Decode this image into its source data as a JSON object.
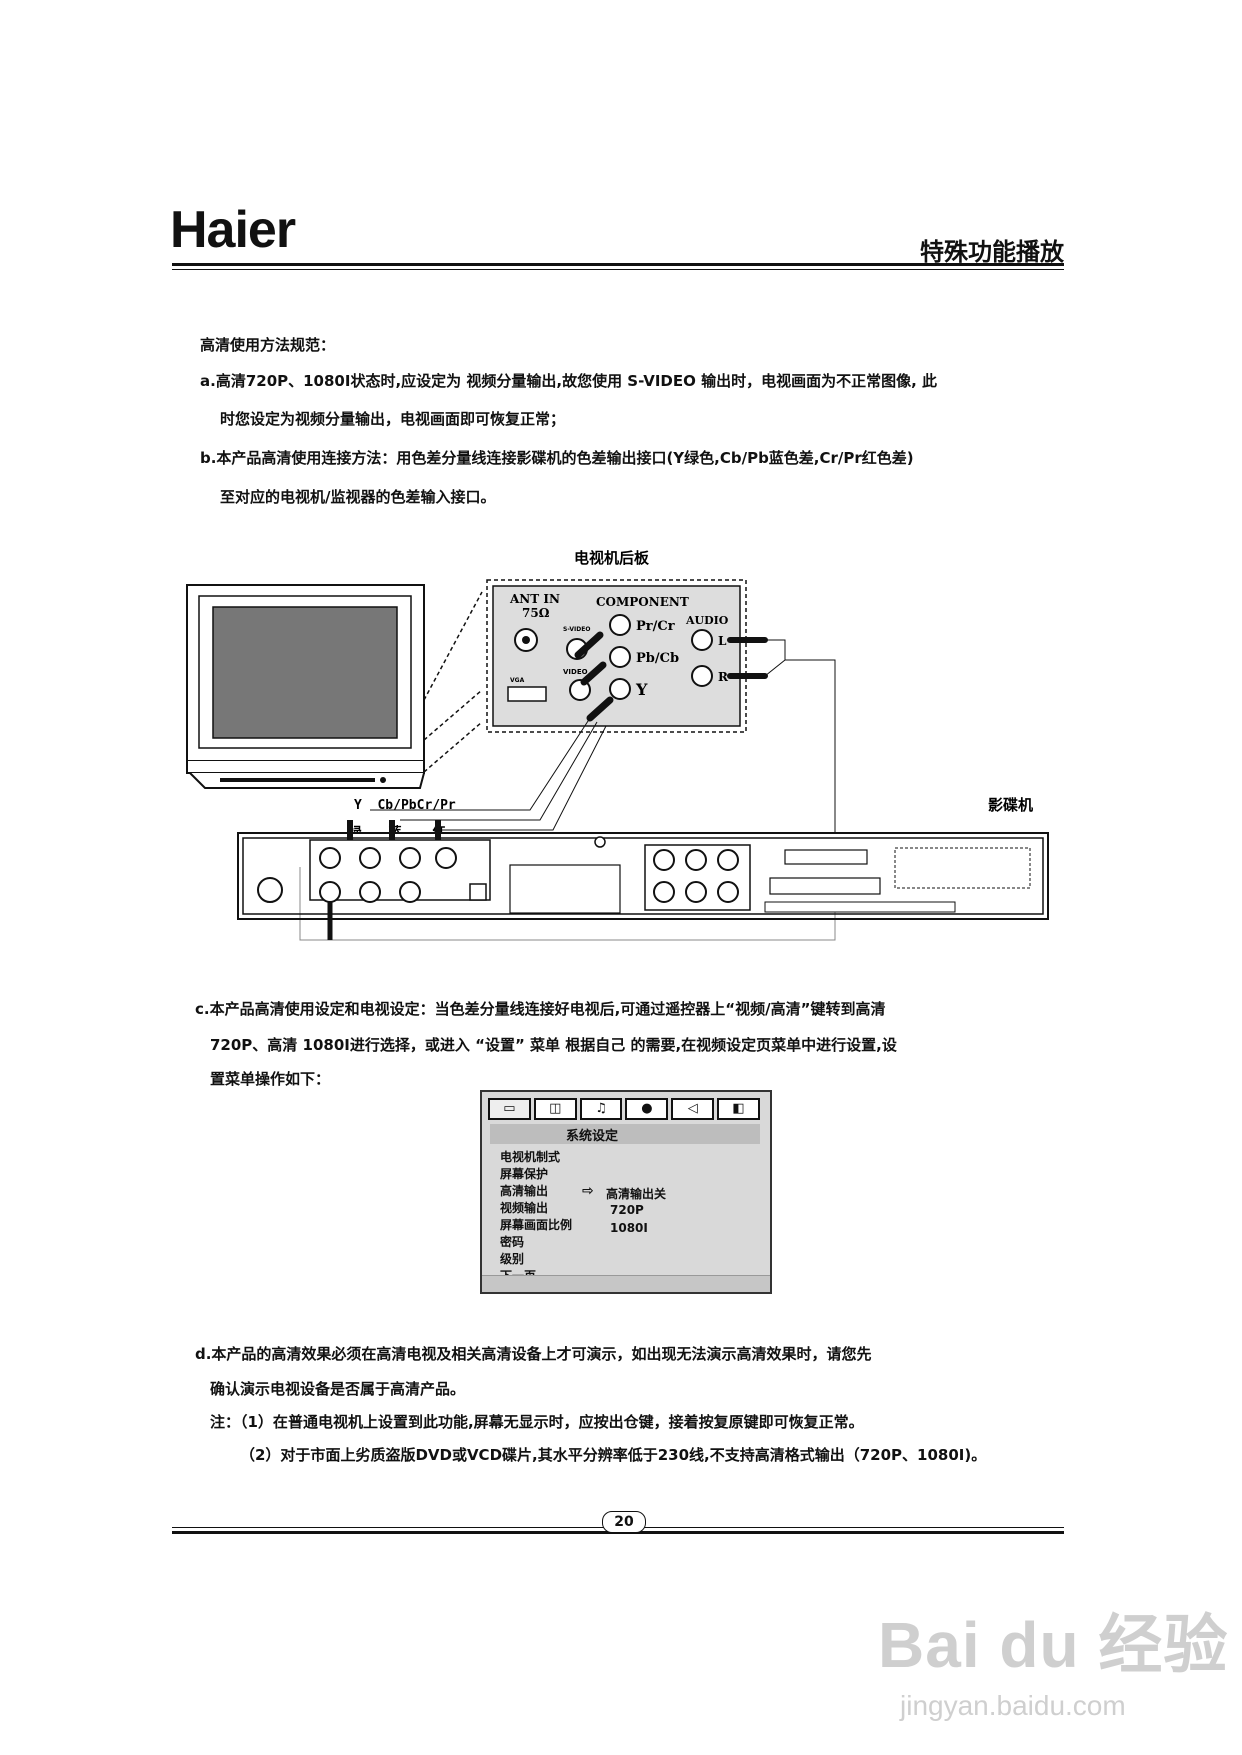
{
  "header": {
    "logo": "Haier",
    "section_title": "特殊功能播放"
  },
  "body": {
    "heading": "高清使用方法规范：",
    "para_a_1": "a.高清720P、1080I状态时,应设定为 视频分量输出,故您使用 S-VIDEO 输出时，电视画面为不正常图像, 此",
    "para_a_2": "时您设定为视频分量输出，电视画面即可恢复正常；",
    "para_b_1": "b.本产品高清使用连接方法：用色差分量线连接影碟机的色差输出接口(Y绿色,Cb/Pb蓝色差,Cr/Pr红色差)",
    "para_b_2": "至对应的电视机/监视器的色差输入接口。",
    "para_c_1": "c.本产品高清使用设定和电视设定：当色差分量线连接好电视后,可通过遥控器上“视频/高清”键转到高清",
    "para_c_2": "720P、高清 1080I进行选择，或进入 “设置” 菜单 根据自己 的需要,在视频设定页菜单中进行设置,设",
    "para_c_3": "置菜单操作如下：",
    "para_d_1": "d.本产品的高清效果必须在高清电视及相关高清设备上才可演示，如出现无法演示高清效果时，请您先",
    "para_d_2": "确认演示电视设备是否属于高清产品。",
    "note_1": "注：（1）在普通电视机上设置到此功能,屏幕无显示时，应按出仓键，接着按复原键即可恢复正常。",
    "note_2": "（2）对于市面上劣质盗版DVD或VCD碟片,其水平分辨率低于230线,不支持高清格式输出（720P、1080I)。"
  },
  "diagram": {
    "tv_panel_title": "电视机后板",
    "ant_in": "ANT IN",
    "ohm": "75Ω",
    "component": "COMPONENT",
    "pr_cr": "Pr/Cr",
    "pb_cb": "Pb/Cb",
    "y": "Y",
    "audio": "AUDIO",
    "audio_l": "L",
    "audio_r": "R",
    "svideo": "S-VIDEO",
    "video": "VIDEO",
    "vga": "VGA",
    "player_label": "影碟机",
    "cable_header": "Y  Cb/PbCr/Pr",
    "color_green": "绿色",
    "color_blue": "蓝色",
    "color_red": "红色"
  },
  "menu": {
    "title": "系统设定",
    "items": [
      "电视机制式",
      "屏幕保护",
      "高清输出",
      "视频输出",
      "屏幕画面比例",
      "密码",
      "级别",
      "下一页"
    ],
    "options": [
      "高清输出关",
      "720P",
      "1080I"
    ],
    "arrow": "⇨",
    "icons": [
      "monitor-icon",
      "camera-icon",
      "music-icon",
      "disc-icon",
      "speaker-icon",
      "dolby-icon"
    ]
  },
  "footer": {
    "page_number": "20"
  },
  "watermark": {
    "main": "Bai du 经验",
    "sub": "jingyan.baidu.com"
  }
}
